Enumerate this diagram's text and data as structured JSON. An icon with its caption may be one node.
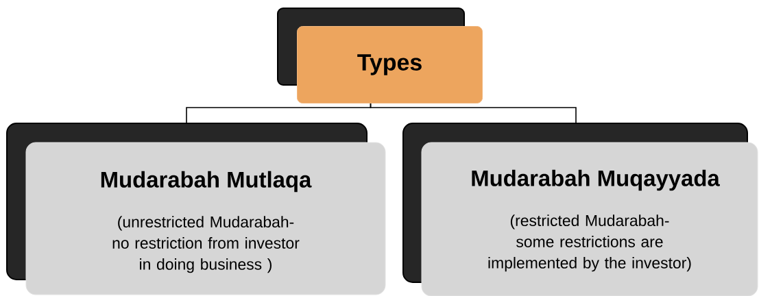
{
  "diagram": {
    "nodes": [
      {
        "text": [
          "Types"
        ]
      },
      {
        "text": [
          "Mudarabah Mutlaqa",
          "(unrestricted Mudarabah-no restriction from investor in doing business )"
        ]
      },
      {
        "text": [
          "Mudarabah Muqayyada",
          "(restricted Mudarabah-some restrictions are implemented by the investor)"
        ]
      }
    ],
    "edges": [
      {
        "from": 0,
        "to": 1,
        "arrow": "none"
      },
      {
        "from": 0,
        "to": 2,
        "arrow": "none"
      }
    ]
  }
}
